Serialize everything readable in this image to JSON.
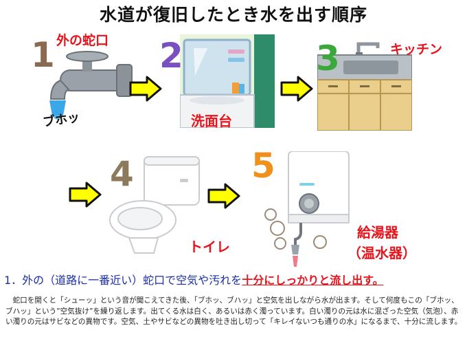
{
  "title": "水道が復旧したとき水を出す順序",
  "steps": [
    {
      "number": "1",
      "label": "外の蛇口",
      "color": "#8a6a50"
    },
    {
      "number": "2",
      "label": "洗面台",
      "color": "#7a4fc0"
    },
    {
      "number": "3",
      "label": "キッチン",
      "color": "#3aa83a"
    },
    {
      "number": "4",
      "label": "トイレ",
      "color": "#8c7a5a"
    },
    {
      "number": "5",
      "label": "給湯器",
      "sublabel": "（温水器）",
      "color": "#f0901c"
    }
  ],
  "sound_effect": "ブホッ",
  "step_heading": {
    "prefix": "1．外の（道路に一番近い）蛇口で空気や汚れを",
    "emphasis": "十分にしっかりと流し出す。"
  },
  "body_text": "　蛇口を開くと「シューッ」という音が聞こえてきた後、「ブホッ、ブハッ」と空気を出しながら水が出ます。そして何度もこの「ブホッ、ブハッ」という”空気抜け”を繰り返します。出てくる水は白く、あるいは赤く濁っています。白い濁りの元は水に混ざった空気（気泡）、赤い濁りの元はサビなどの異物です。空気、土やサビなどの異物を吐き出し切って「キレイないつも通りの水」になるまで、十分に流します。",
  "colors": {
    "label_red": "#e8131b",
    "heading_blue": "#1a2fa8",
    "arrow_fill": "#ffff00",
    "arrow_stroke": "#111111"
  }
}
